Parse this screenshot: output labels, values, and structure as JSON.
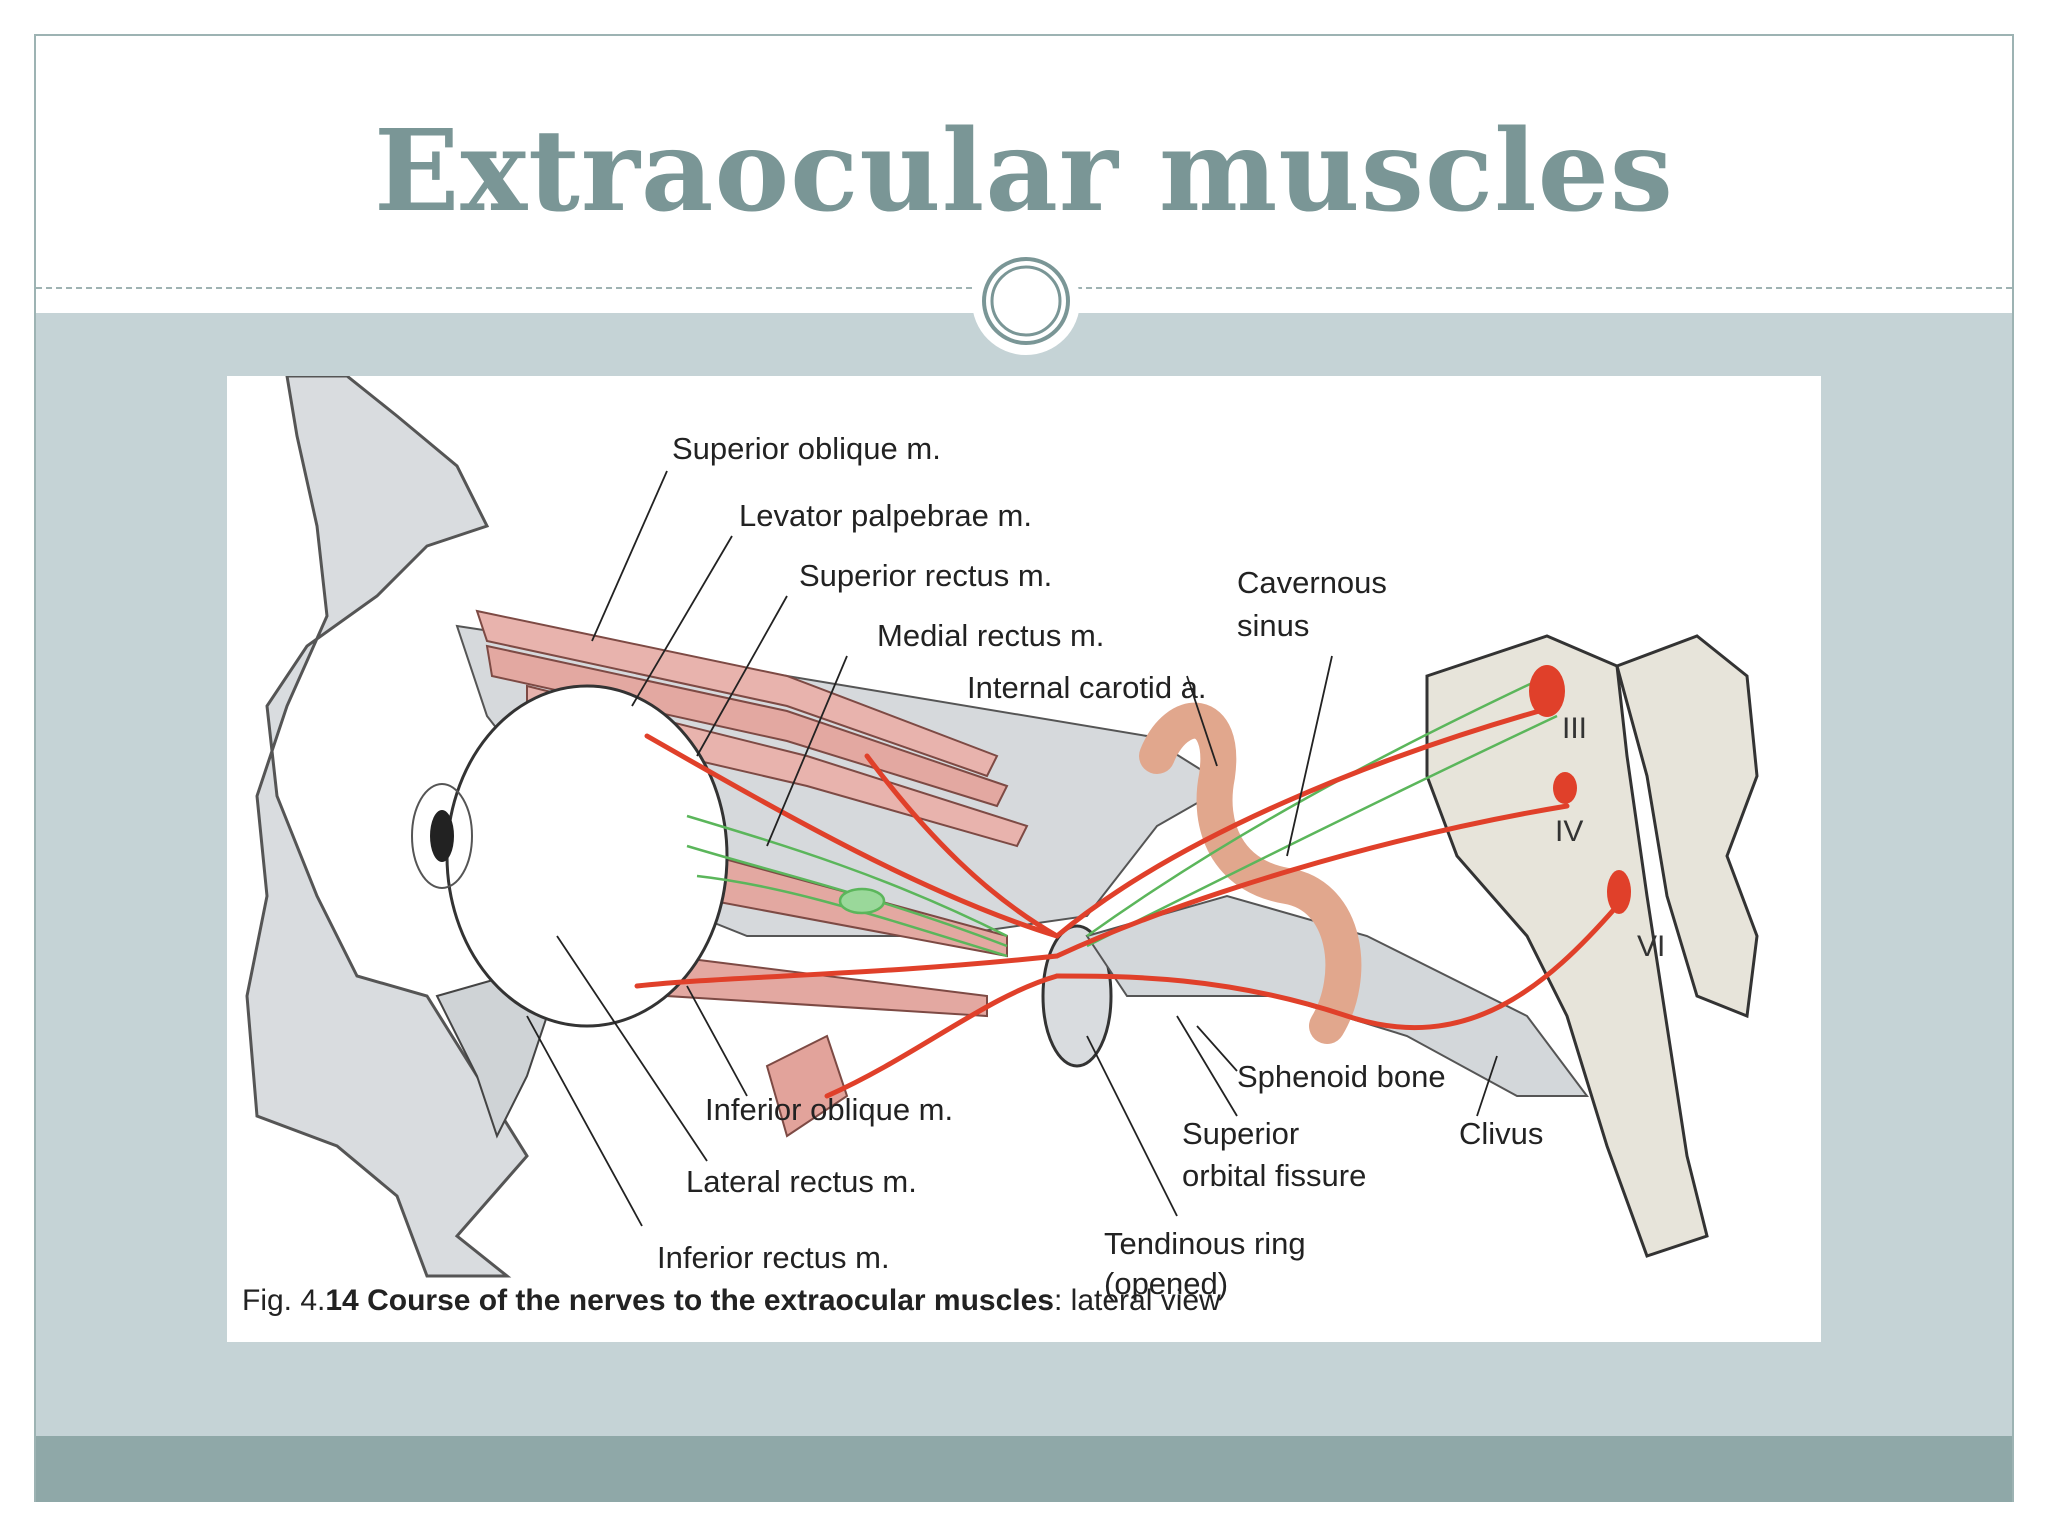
{
  "slide": {
    "title": "Extraocular muscles"
  },
  "figure": {
    "labels": {
      "superior_oblique": "Superior oblique m.",
      "levator_palpebrae": "Levator palpebrae m.",
      "superior_rectus": "Superior rectus m.",
      "medial_rectus": "Medial rectus m.",
      "internal_carotid": "Internal carotid a.",
      "cavernous_line1": "Cavernous",
      "cavernous_line2": "sinus",
      "inferior_oblique": "Inferior oblique m.",
      "lateral_rectus": "Lateral rectus m.",
      "inferior_rectus": "Inferior rectus m.",
      "sphenoid_bone": "Sphenoid bone",
      "sof_line1": "Superior",
      "sof_line2": "orbital fissure",
      "clivus": "Clivus",
      "tendinous_line1": "Tendinous ring",
      "tendinous_line2": "(opened)",
      "nerve_iii": "III",
      "nerve_iv": "IV",
      "nerve_vi": "VI"
    },
    "caption": {
      "prefix": "Fig. 4.",
      "number_and_title": "14 Course of the nerves to the extraocular muscles",
      "suffix": ": lateral view"
    }
  },
  "colors": {
    "title": "#7a9696",
    "content_band": "#c5d3d6",
    "footer_band": "#8fa8a8",
    "nerve": "#e0402a",
    "ciliary_nerve": "#5bb65b",
    "muscle": "#e8b3ad",
    "bone": "#d9dcdf",
    "brainstem": "#e7e4da"
  }
}
